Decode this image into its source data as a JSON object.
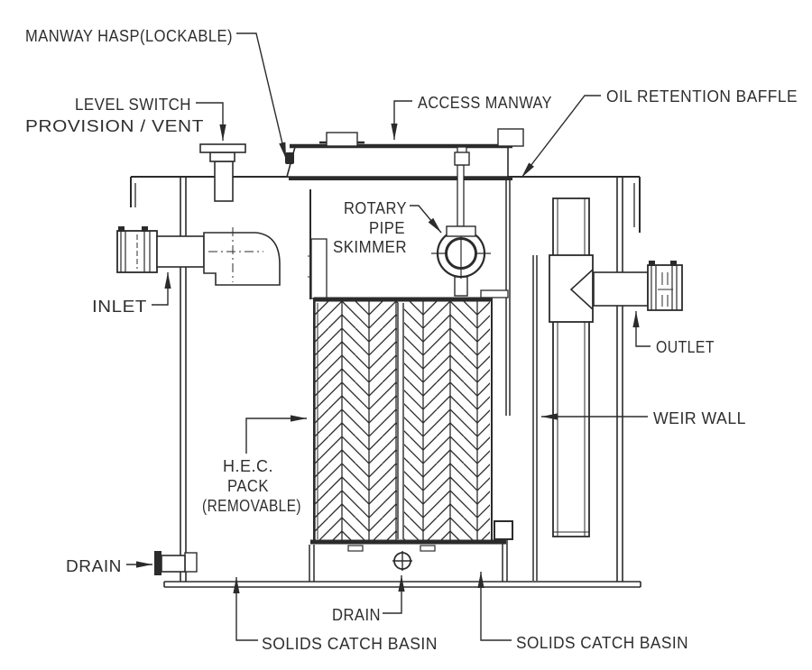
{
  "colors": {
    "line": "#2b2b2b",
    "text": "#2e2e2e",
    "background": "#ffffff"
  },
  "labels": {
    "manway_hasp": "MANWAY HASP(LOCKABLE)",
    "level_switch_line1": "LEVEL SWITCH",
    "level_switch_line2": "PROVISION / VENT",
    "access_manway": "ACCESS MANWAY",
    "oil_retention_baffle": "OIL RETENTION BAFFLE",
    "rotary_pipe_skimmer_line1": "ROTARY",
    "rotary_pipe_skimmer_line2": "PIPE",
    "rotary_pipe_skimmer_line3": "SKIMMER",
    "inlet": "INLET",
    "outlet": "OUTLET",
    "weir_wall": "WEIR WALL",
    "hec_pack_line1": "H.E.C.",
    "hec_pack_line2": "PACK",
    "hec_pack_line3": "(REMOVABLE)",
    "drain_side": "DRAIN",
    "drain_bottom": "DRAIN",
    "solids_catch_basin_left": "SOLIDS CATCH BASIN",
    "solids_catch_basin_right": "SOLIDS CATCH BASIN"
  }
}
